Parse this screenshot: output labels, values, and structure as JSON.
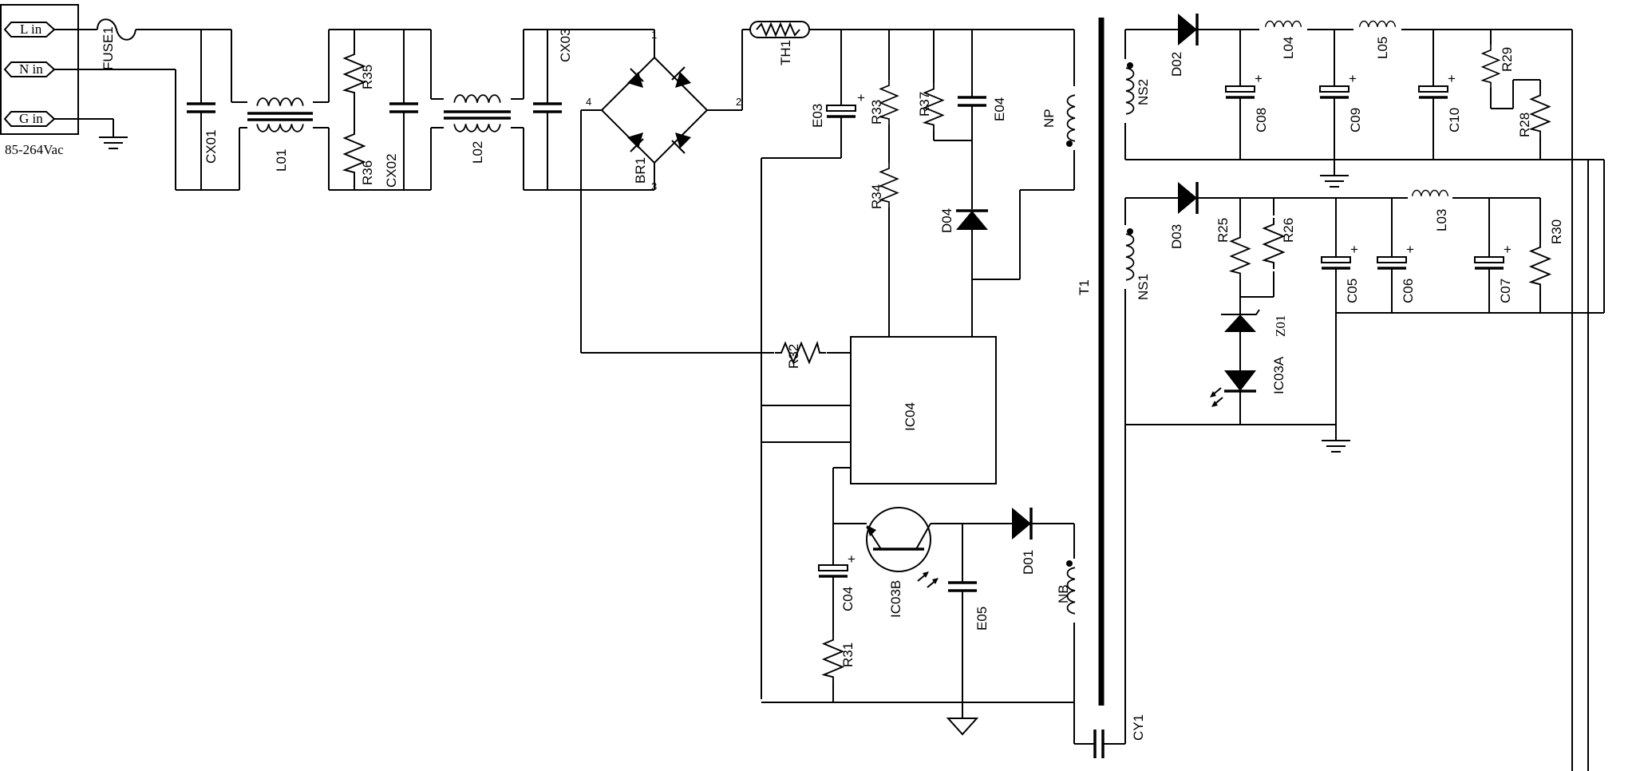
{
  "terminals": {
    "l_in": "L  in",
    "n_in": "N  in",
    "g_in": "G  in",
    "voltage": "85-264Vac"
  },
  "labels": {
    "fuse1": "FUSE1",
    "cx01": "CX01",
    "l01": "L01",
    "r35": "R35",
    "r36": "R36",
    "cx02": "CX02",
    "l02": "L02",
    "cx03": "CX03",
    "br1": "BR1",
    "pin1": "1",
    "pin2": "2",
    "pin3": "3",
    "pin4": "4",
    "th1": "TH1",
    "e03": "E03",
    "r33": "R33",
    "r34": "R34",
    "r37": "R37",
    "e04": "E04",
    "np": "NP",
    "d04": "D04",
    "r32": "R32",
    "ic04": "IC04",
    "c04": "C04",
    "r31": "R31",
    "ic03b": "IC03B",
    "e05": "E05",
    "d01": "D01",
    "nb": "NB",
    "t1": "T1",
    "cy1": "CY1",
    "ns2": "NS2",
    "d02": "D02",
    "c08": "C08",
    "l04": "L04",
    "c09": "C09",
    "l05": "L05",
    "c10": "C10",
    "r29": "R29",
    "r28": "R28",
    "ns1": "NS1",
    "d03": "D03",
    "r25": "R25",
    "r26": "R26",
    "z01": "Z01",
    "ic03a": "IC03A",
    "c05": "C05",
    "c06": "C06",
    "l03": "L03",
    "c07": "C07",
    "r30": "R30"
  },
  "polarity": {
    "plus": "+"
  }
}
